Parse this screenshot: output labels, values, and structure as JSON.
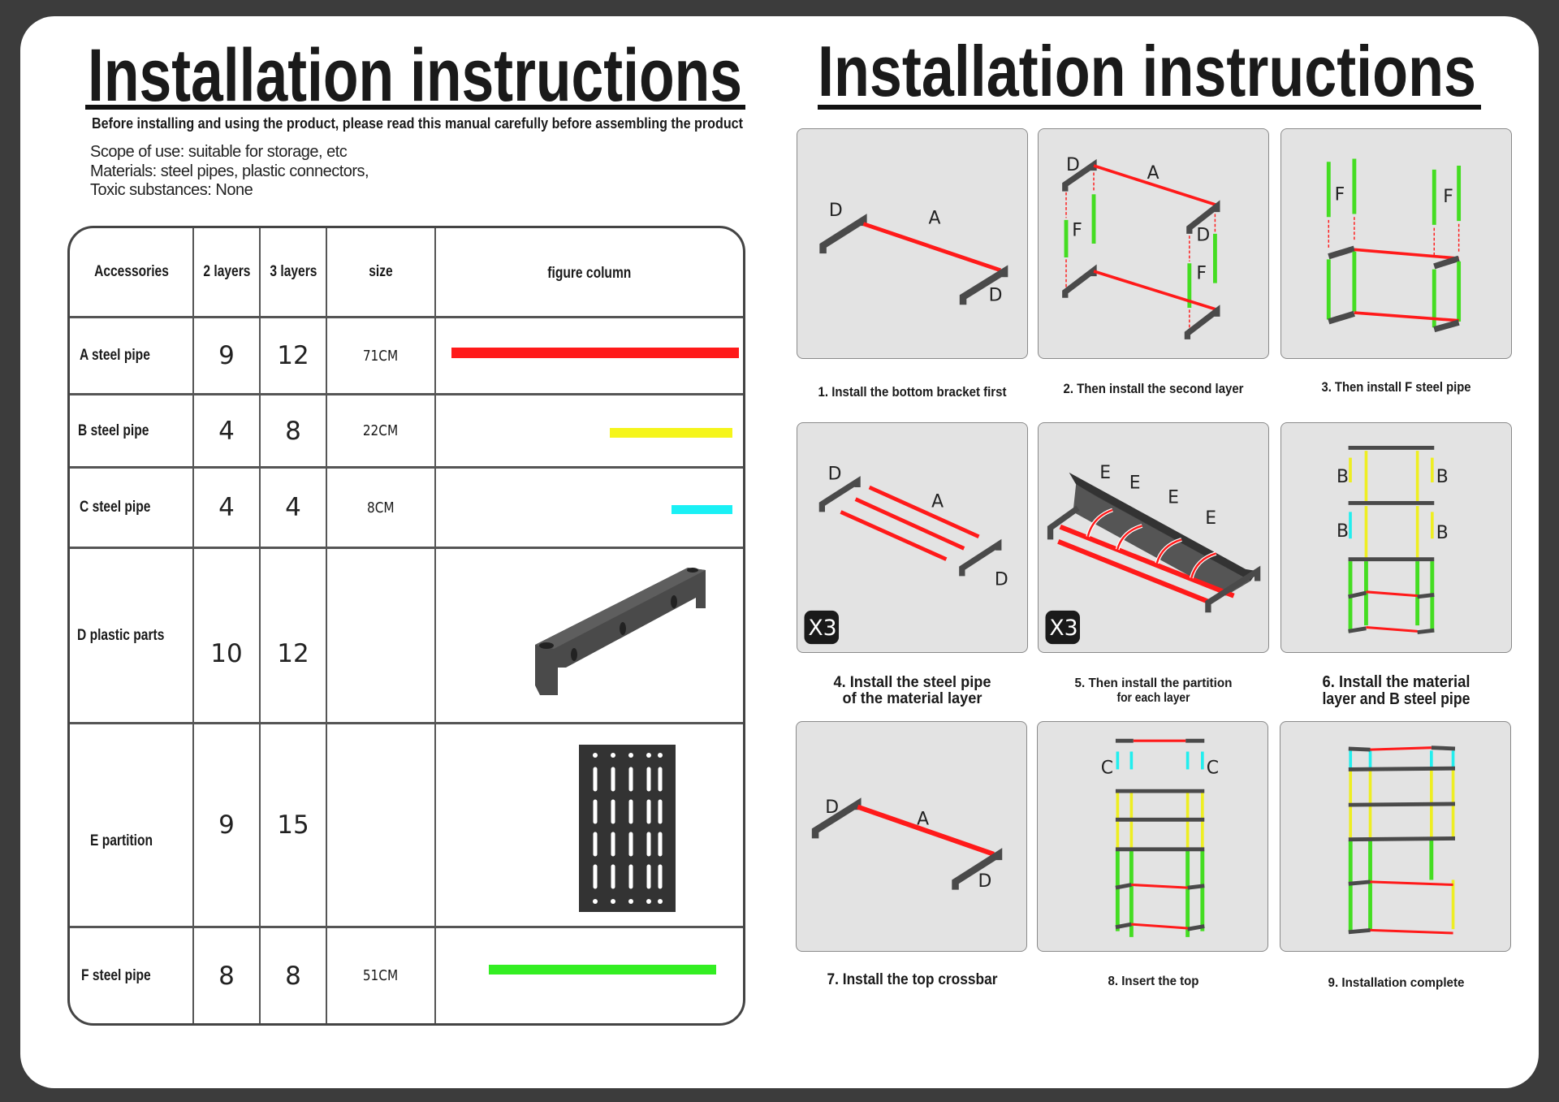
{
  "left": {
    "title": "Installation instructions",
    "subtitle": "Before installing and using the product, please read this manual carefully before assembling the product",
    "scope": [
      "Scope of use: suitable for storage, etc",
      "Materials: steel pipes, plastic connectors,",
      "Toxic substances: None"
    ]
  },
  "table": {
    "headers": [
      "Accessories",
      "2 layers",
      "3 layers",
      "size",
      "figure column"
    ],
    "rows": [
      {
        "name": "A steel pipe",
        "two": "9",
        "three": "12",
        "size": "71CM",
        "color": "#ff1a1a"
      },
      {
        "name": "B steel pipe",
        "two": "4",
        "three": "8",
        "size": "22CM",
        "color": "#f5f51a"
      },
      {
        "name": "C steel pipe",
        "two": "4",
        "three": "4",
        "size": "8CM",
        "color": "#1af0f5"
      },
      {
        "name": "D plastic parts",
        "two": "10",
        "three": "12",
        "size": "",
        "color": "#4a4a4a"
      },
      {
        "name": "E partition",
        "two": "9",
        "three": "15",
        "size": "",
        "color": "#333333"
      },
      {
        "name": "F steel pipe",
        "two": "8",
        "three": "8",
        "size": "51CM",
        "color": "#33ee22"
      }
    ]
  },
  "right": {
    "title": "Installation instructions"
  },
  "steps": [
    {
      "caption": [
        "1. Install the bottom bracket first"
      ],
      "labels": [
        "D",
        "A",
        "D"
      ]
    },
    {
      "caption": [
        "2. Then install the second layer"
      ],
      "labels": [
        "D",
        "A",
        "D",
        "F",
        "F"
      ]
    },
    {
      "caption": [
        "3. Then install F steel pipe"
      ],
      "labels": [
        "F",
        "F"
      ]
    },
    {
      "caption": [
        "4. Install the steel pipe",
        "of the material layer"
      ],
      "labels": [
        "D",
        "A",
        "D"
      ],
      "badge": "X3"
    },
    {
      "caption": [
        "5. Then install the partition",
        "for each layer"
      ],
      "labels": [
        "E",
        "E",
        "E",
        "E"
      ],
      "badge": "X3"
    },
    {
      "caption": [
        "6. Install the material",
        "layer and B steel pipe"
      ],
      "labels": [
        "B",
        "B",
        "B",
        "B"
      ]
    },
    {
      "caption": [
        "7. Install the top crossbar"
      ],
      "labels": [
        "D",
        "A",
        "D"
      ]
    },
    {
      "caption": [
        "8. Insert the top"
      ],
      "labels": [
        "C",
        "C"
      ]
    },
    {
      "caption": [
        "9. Installation complete"
      ],
      "labels": []
    }
  ]
}
